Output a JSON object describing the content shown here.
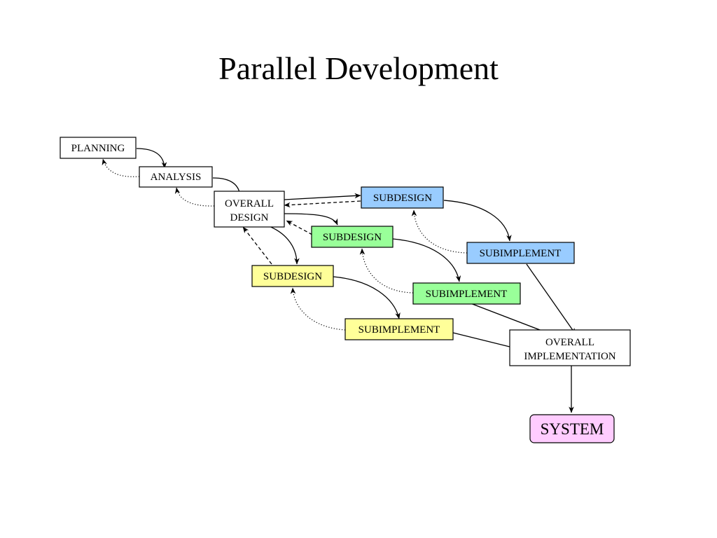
{
  "title": "Parallel Development",
  "colors": {
    "white": "#ffffff",
    "blue": "#99ccff",
    "green": "#99ff99",
    "yellow": "#ffff99",
    "pink": "#ffccff",
    "line": "#000000"
  },
  "nodes": {
    "planning": {
      "label": "PLANNING",
      "fill": "white"
    },
    "analysis": {
      "label": "ANALYSIS",
      "fill": "white"
    },
    "overall_design": {
      "lines": [
        "OVERALL",
        "DESIGN"
      ],
      "fill": "white"
    },
    "subdesign_blue": {
      "label": "SUBDESIGN",
      "fill": "blue"
    },
    "subimplement_blue": {
      "label": "SUBIMPLEMENT",
      "fill": "blue"
    },
    "subdesign_green": {
      "label": "SUBDESIGN",
      "fill": "green"
    },
    "subimplement_green": {
      "label": "SUBIMPLEMENT",
      "fill": "green"
    },
    "subdesign_yellow": {
      "label": "SUBDESIGN",
      "fill": "yellow"
    },
    "subimplement_yellow": {
      "label": "SUBIMPLEMENT",
      "fill": "yellow"
    },
    "overall_implementation": {
      "lines": [
        "OVERALL",
        "IMPLEMENTATION"
      ],
      "fill": "white"
    },
    "system": {
      "label": "SYSTEM",
      "fill": "pink"
    }
  },
  "edges": [
    {
      "from": "planning",
      "to": "analysis",
      "style": "solid"
    },
    {
      "from": "analysis",
      "to": "planning",
      "style": "dotted"
    },
    {
      "from": "analysis",
      "to": "overall_design",
      "style": "solid"
    },
    {
      "from": "overall_design",
      "to": "analysis",
      "style": "dotted"
    },
    {
      "from": "overall_design",
      "to": "subdesign_blue",
      "style": "solid"
    },
    {
      "from": "subdesign_blue",
      "to": "overall_design",
      "style": "dashed"
    },
    {
      "from": "overall_design",
      "to": "subdesign_green",
      "style": "solid"
    },
    {
      "from": "subdesign_green",
      "to": "overall_design",
      "style": "dashed"
    },
    {
      "from": "overall_design",
      "to": "subdesign_yellow",
      "style": "solid"
    },
    {
      "from": "subdesign_yellow",
      "to": "overall_design",
      "style": "dashed"
    },
    {
      "from": "subdesign_blue",
      "to": "subimplement_blue",
      "style": "solid"
    },
    {
      "from": "subimplement_blue",
      "to": "subdesign_blue",
      "style": "dotted"
    },
    {
      "from": "subdesign_green",
      "to": "subimplement_green",
      "style": "solid"
    },
    {
      "from": "subimplement_green",
      "to": "subdesign_green",
      "style": "dotted"
    },
    {
      "from": "subdesign_yellow",
      "to": "subimplement_yellow",
      "style": "solid"
    },
    {
      "from": "subimplement_yellow",
      "to": "subdesign_yellow",
      "style": "dotted"
    },
    {
      "from": "subimplement_blue",
      "to": "overall_implementation",
      "style": "solid"
    },
    {
      "from": "subimplement_green",
      "to": "overall_implementation",
      "style": "solid"
    },
    {
      "from": "subimplement_yellow",
      "to": "overall_implementation",
      "style": "solid"
    },
    {
      "from": "overall_implementation",
      "to": "system",
      "style": "solid"
    }
  ]
}
